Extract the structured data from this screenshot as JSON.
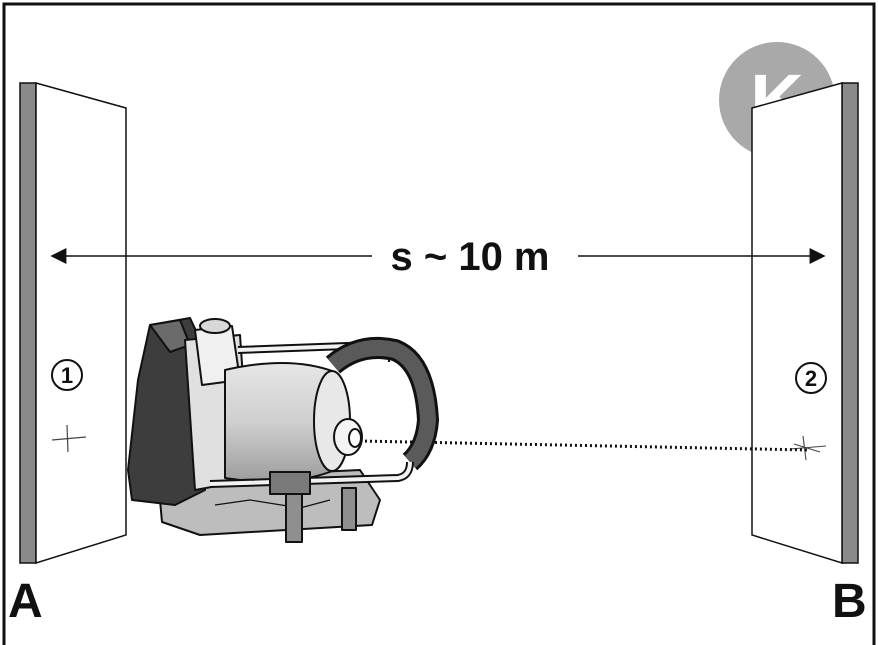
{
  "distance_label": "s ~ 10 m",
  "wall_left": {
    "letter": "A",
    "marker_number": "1"
  },
  "wall_right": {
    "letter": "B",
    "marker_number": "2"
  },
  "badge": {
    "letter": "K",
    "color": "#a9a9a9"
  },
  "colors": {
    "wall_edge": "#8a8a8a",
    "outline": "#111111",
    "laser": "#111111"
  }
}
